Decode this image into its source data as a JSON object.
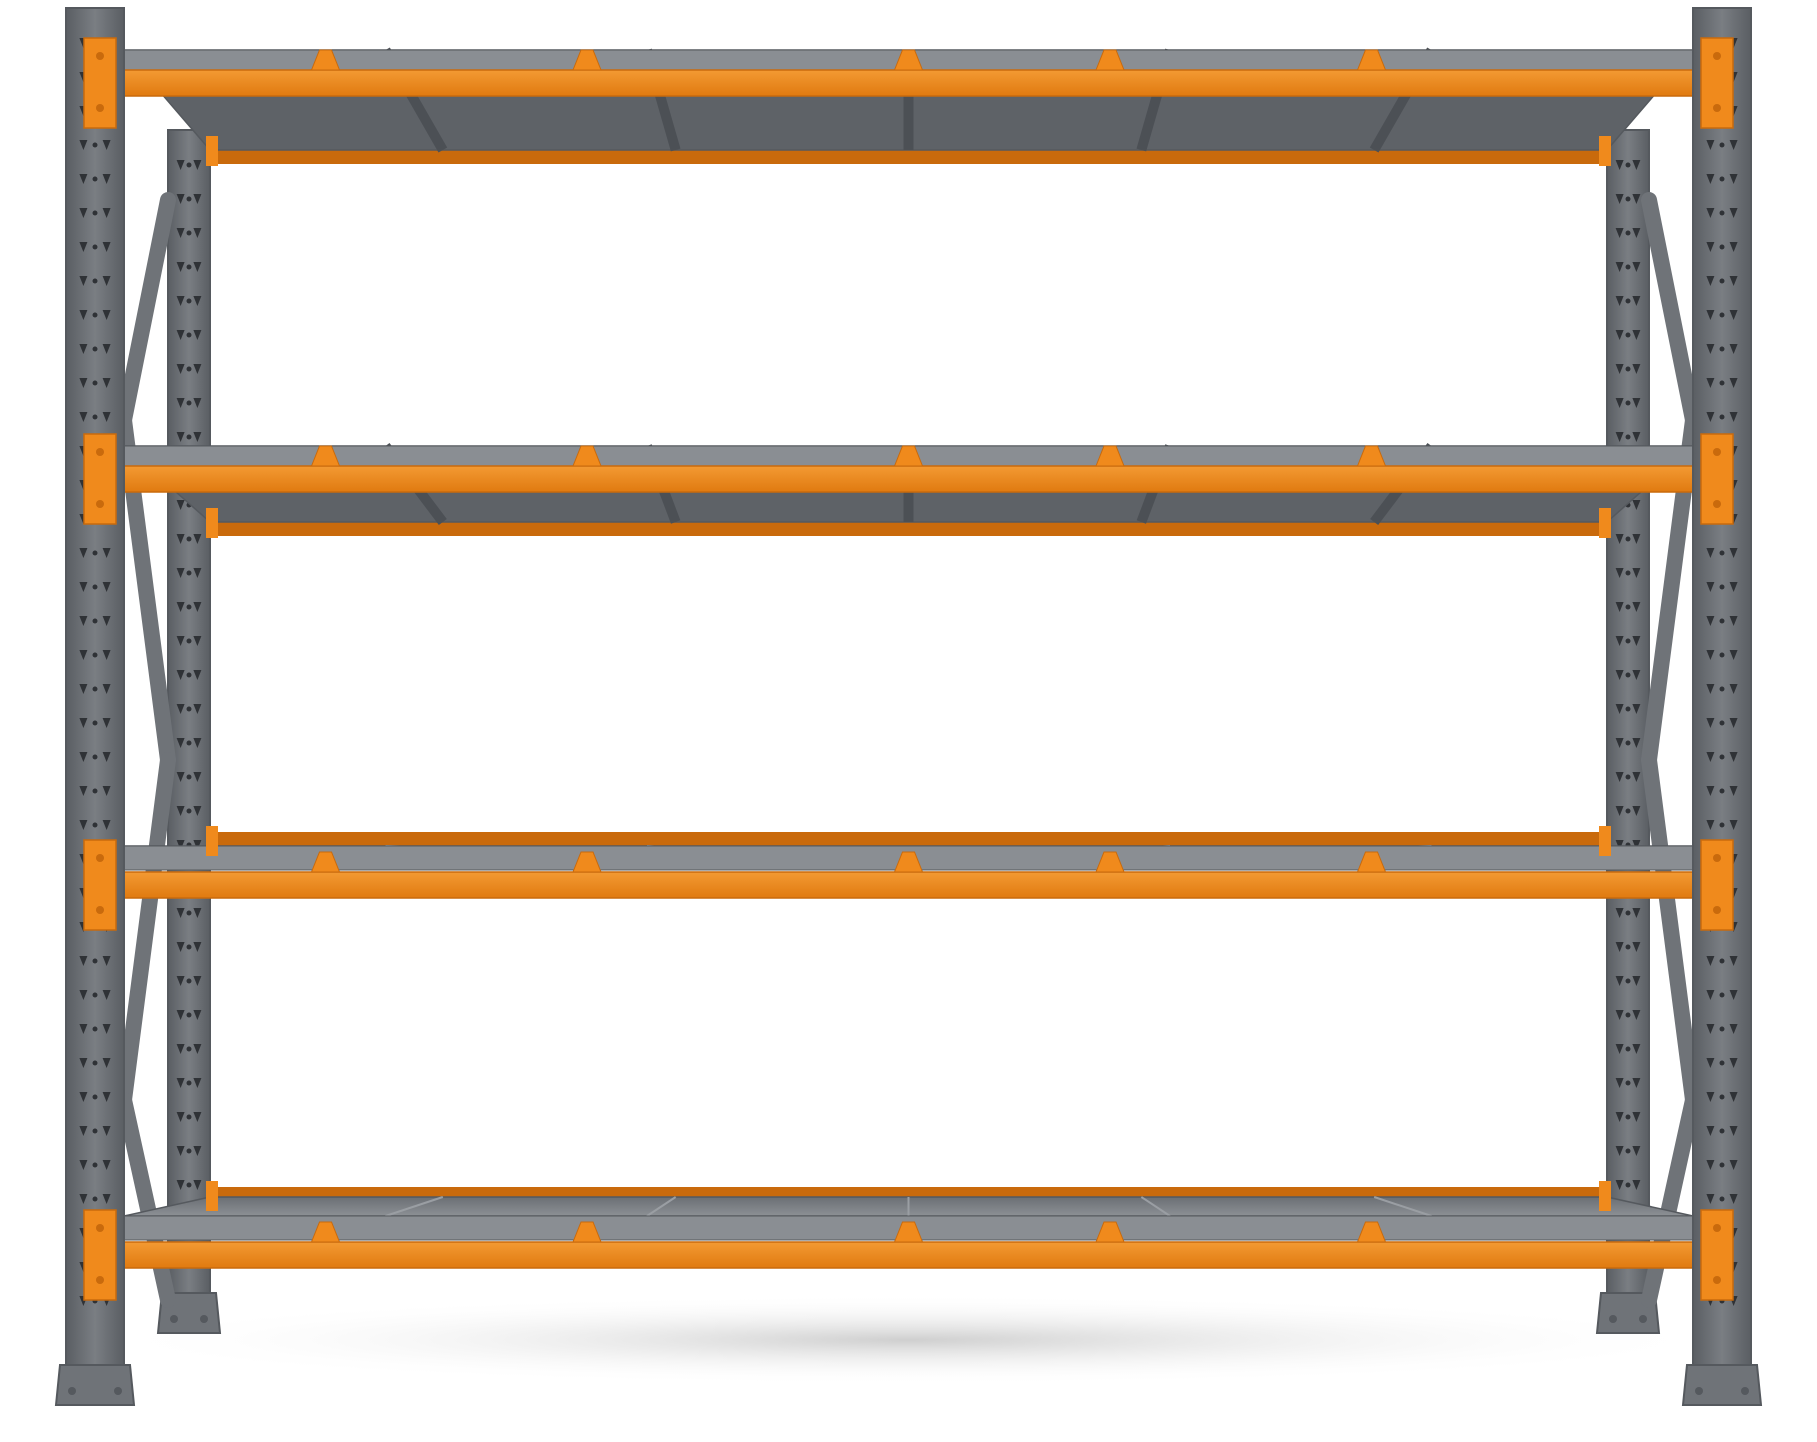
{
  "image": {
    "subject": "shelving-rack",
    "background": "#ffffff"
  },
  "rack": {
    "shelf_count": 4,
    "decks_per_shelf": 6,
    "colors": {
      "frame": "#6f7378",
      "frame_dark": "#55595e",
      "frame_light": "#8a8e93",
      "beam": "#f08a1c",
      "beam_dark": "#c96a0c",
      "deck": "#7d8186",
      "deck_light": "#9a9ea3",
      "deck_dark": "#5e6267",
      "hole": "#2f3236",
      "shadow": "#d9d9d9"
    }
  }
}
